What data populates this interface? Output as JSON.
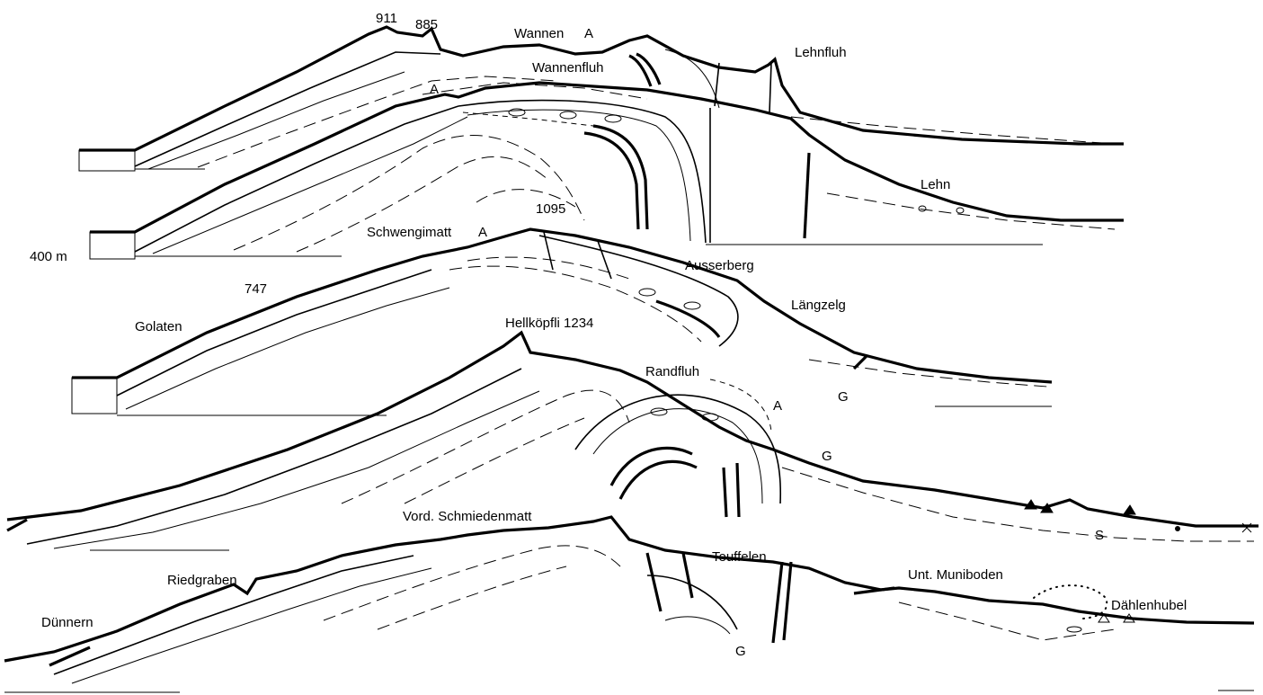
{
  "labels": {
    "p911": "911",
    "p885": "885",
    "wannen": "Wannen",
    "a1": "A",
    "lehnfluh": "Lehnfluh",
    "wannenfluh": "Wannenfluh",
    "a2": "A",
    "lehn": "Lehn",
    "p1095": "1095",
    "schwengimatt": "Schwengimatt",
    "a3": "A",
    "scale": "400 m",
    "ausserberg": "Ausserberg",
    "p747": "747",
    "laengzelg": "Längzelg",
    "golaten": "Golaten",
    "hellkoepfli": "Hellköpfli 1234",
    "randfluh": "Randfluh",
    "g1": "G",
    "a4": "A",
    "g2": "G",
    "s": "S",
    "vord_schmiedenmatt": "Vord. Schmiedenmatt",
    "riedgraben": "Riedgraben",
    "teuffelen": "Teuffelen",
    "unt_muniboden": "Unt. Muniboden",
    "daehlenhubel": "Dählenhubel",
    "duennern": "Dünnern",
    "g3": "G"
  }
}
